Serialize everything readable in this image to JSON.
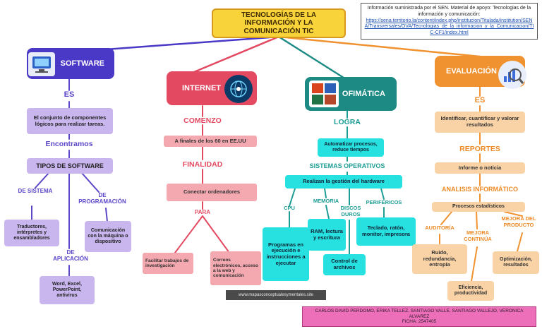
{
  "title": "TECNOLOGÍAS DE LA INFORMACIÓN Y LA COMUNICACIÓN TIC",
  "source": {
    "text": "Información suministrada por el SEN. Material de apoyo: Tecnologias de la información y comunicación:",
    "url": "https://sena.territorio.la/content/index.php/institucion/Titulada/institution/SENA/Transversales/OVA/Tecnologias_de_la_informacion_y_la_Comunicacion/TIC-CF1/index.html"
  },
  "software": {
    "head": "SOFTWARE",
    "es": "ES",
    "definition": "El conjunto de componentes lógicos para realizar tareas.",
    "encontramos": "Encontramos",
    "tipos": "TIPOS DE SOFTWARE",
    "sistema_label": "DE SISTEMA",
    "sistema_box": "Traductores, intérpretes y ensambladores",
    "programacion_label": "DE PROGRAMACIÓN",
    "programacion_box": "Comunicación con la máquina o dispositivo",
    "aplicacion_label": "DE APLICACIÓN",
    "aplicacion_box": "Word, Excel, PowerPoint, antivirus"
  },
  "internet": {
    "head": "INTERNET",
    "comenzo": "COMENZO",
    "comenzo_box": "A finales de los 60 en EE.UU",
    "finalidad": "FINALIDAD",
    "finalidad_box": "Conectar ordenadores",
    "para": "PARA",
    "para_box1": "Facilitar trabajos de investigación",
    "para_box2": "Correos electrónicos, acceso a la web y comunicación"
  },
  "ofimatica": {
    "head": "OFIMÁTICA",
    "logra": "LOGRA",
    "logra_box": "Automatizar procesos, reduce tiempos",
    "sistemas": "SISTEMAS OPERATIVOS",
    "sistemas_box": "Realizan la gestión del hardware",
    "cpu": "CPU",
    "cpu_box": "Programas en ejecución e instrucciones a ejecutar",
    "memoria": "MEMORIA",
    "memoria_box": "RAM, lectura y escritura",
    "discos": "DISCOS DUROS",
    "discos_box": "Control de archivos",
    "perifericos": "PERIFERICOS",
    "perifericos_box": "Teclado, ratón, monitor, impresora"
  },
  "evaluacion": {
    "head": "EVALUACIÓN",
    "es": "ES",
    "es_box": "Identificar, cuantificar y valorar resultados",
    "reportes": "REPORTES",
    "reportes_box": "Informe o noticia",
    "analisis": "ANALISIS INFORMÁTICO",
    "analisis_box": "Procesos estadísticos",
    "auditoria": "AUDITORÍA",
    "auditoria_box": "Ruido, redundancia, entropía",
    "mejora_continua": "MEJORA CONTINÚA",
    "mejora_continua_box": "Eficiencia, productividad",
    "mejora_producto": "MEJORA DEL PRODUCTO",
    "mejora_producto_box": "Optimización, resultados"
  },
  "watermark": "www.mapasconceptualesymentales.site",
  "footer": {
    "line1": "CARLOS DAVID PERDOMO, ERIKA TELLEZ, SANTIAGO VALLE, SANTIAGO VALLEJO, VERONICA ALVAREZ",
    "line2": "FICHA: 2547405"
  },
  "colors": {
    "title": "#f8d33a",
    "software": "#4a38c6",
    "internet": "#e34a62",
    "ofimatica": "#1d8b84",
    "evaluacion": "#f0922f",
    "footer": "#ee6fb9"
  }
}
